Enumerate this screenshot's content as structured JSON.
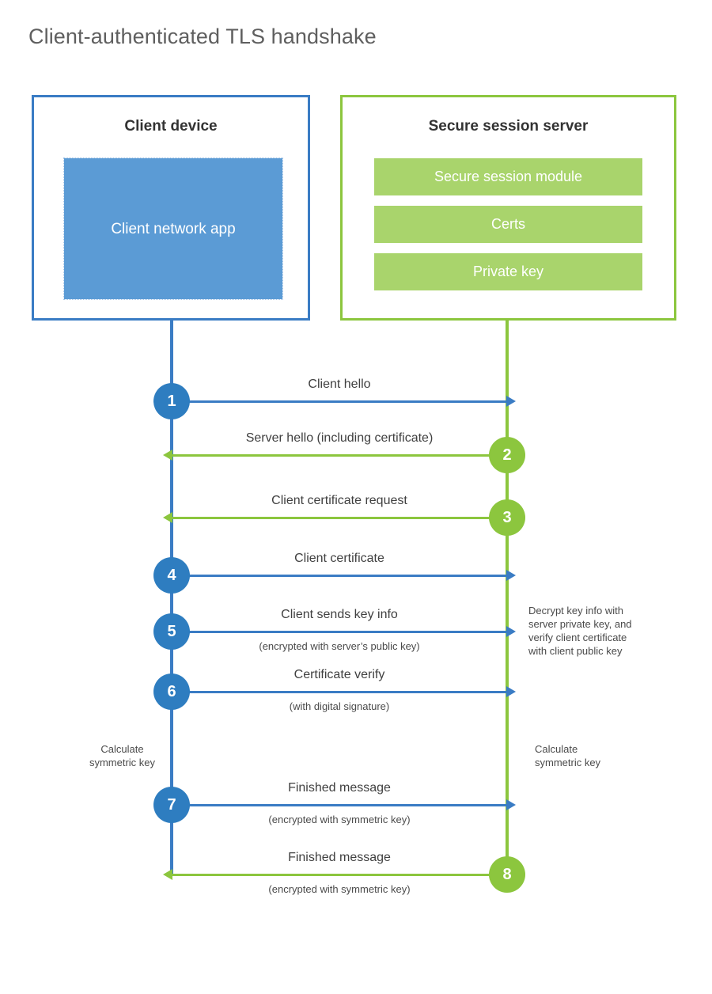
{
  "title": "Client-authenticated TLS handshake",
  "colors": {
    "client_blue": "#3a7cc4",
    "client_circle_blue": "#2e7dc0",
    "client_app_fill": "#5b9bd5",
    "server_green": "#8cc63e",
    "server_bar_fill": "#a9d46c",
    "text_dark": "#333333",
    "text_body": "#404040",
    "title_gray": "#5f5f5f",
    "background": "#ffffff"
  },
  "client": {
    "title": "Client device",
    "app_label": "Client network app"
  },
  "server": {
    "title": "Secure session server",
    "components": [
      "Secure session module",
      "Certs",
      "Private key"
    ]
  },
  "steps": [
    {
      "number": "1",
      "label": "Client hello",
      "sub": "",
      "direction": "client-to-server",
      "color": "blue"
    },
    {
      "number": "2",
      "label": "Server hello (including certificate)",
      "sub": "",
      "direction": "server-to-client",
      "color": "green"
    },
    {
      "number": "3",
      "label": "Client certificate request",
      "sub": "",
      "direction": "server-to-client",
      "color": "green"
    },
    {
      "number": "4",
      "label": "Client certificate",
      "sub": "",
      "direction": "client-to-server",
      "color": "blue"
    },
    {
      "number": "5",
      "label": "Client sends key info",
      "sub": "(encrypted with server’s public key)",
      "direction": "client-to-server",
      "color": "blue"
    },
    {
      "number": "6",
      "label": "Certificate verify",
      "sub": "(with digital signature)",
      "direction": "client-to-server",
      "color": "blue"
    },
    {
      "number": "7",
      "label": "Finished message",
      "sub": "(encrypted with symmetric key)",
      "direction": "client-to-server",
      "color": "blue"
    },
    {
      "number": "8",
      "label": "Finished message",
      "sub": "(encrypted with symmetric key)",
      "direction": "server-to-client",
      "color": "green"
    }
  ],
  "notes": {
    "server_decrypt": "Decrypt key info with server private key, and verify client certificate with client public key",
    "client_calculate": "Calculate symmetric key",
    "server_calculate": "Calculate symmetric key"
  }
}
